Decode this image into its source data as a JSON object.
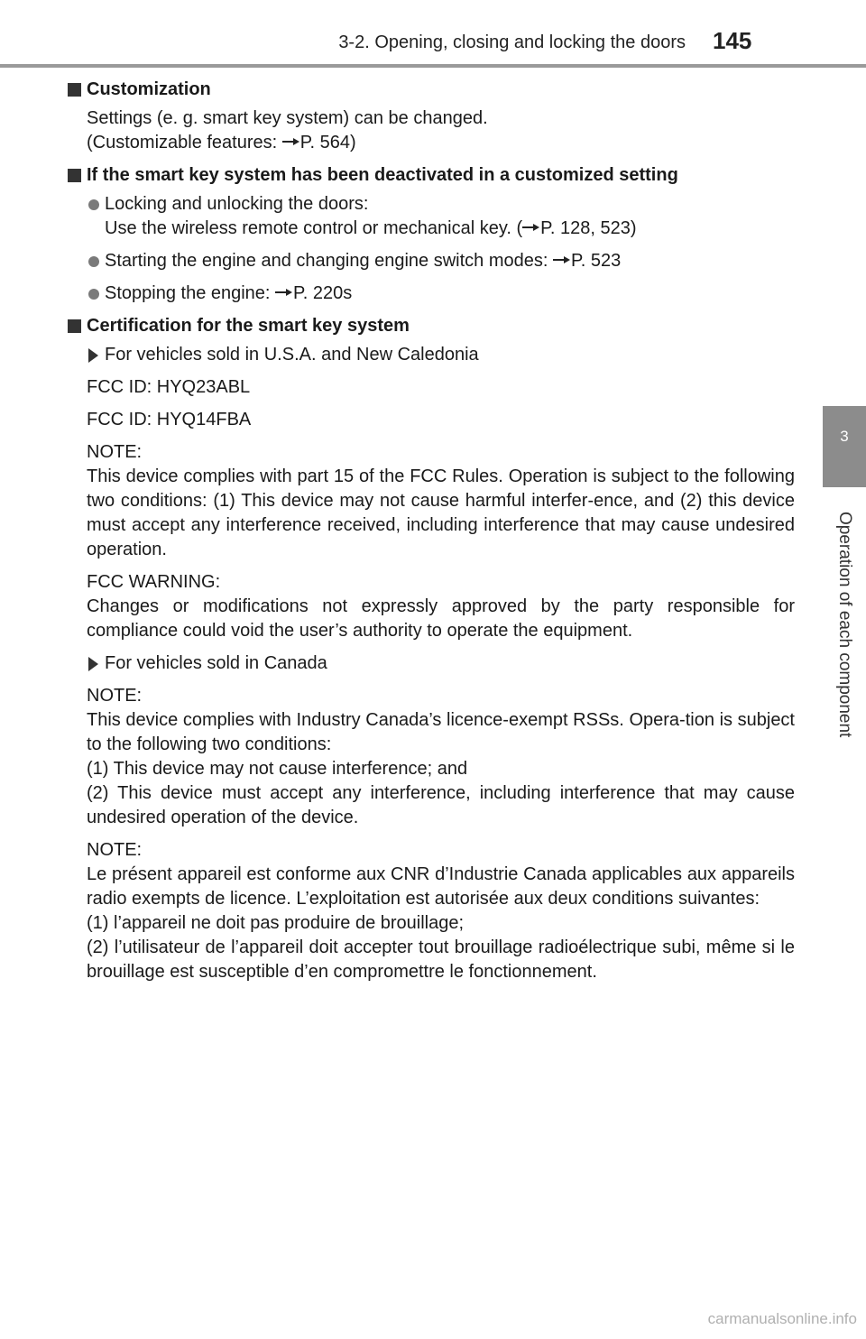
{
  "header": {
    "section_title": "3-2. Opening, closing and locking the doors",
    "page_number": "145"
  },
  "side_tab": {
    "chapter_number": "3",
    "chapter_title": "Operation of each component"
  },
  "sections": {
    "customization": {
      "heading": "Customization",
      "line1": "Settings (e. g. smart key system) can be changed.",
      "line2_prefix": "(Customizable features: ",
      "line2_ref": "P. 564)"
    },
    "deactivated": {
      "heading": "If the smart key system has been deactivated in a customized setting",
      "b1_title": "Locking and unlocking the doors:",
      "b1_prefix": "Use the wireless remote control or mechanical key. (",
      "b1_ref": "P. 128, 523)",
      "b2_prefix": "Starting the engine and changing engine switch modes: ",
      "b2_ref": "P. 523",
      "b3_prefix": "Stopping the engine: ",
      "b3_ref": "P. 220s"
    },
    "certification": {
      "heading": "Certification for the smart key system",
      "us_label": "For vehicles sold in U.S.A. and New Caledonia",
      "fcc_id_1": "FCC ID: HYQ23ABL",
      "fcc_id_2": "FCC ID: HYQ14FBA",
      "note1_label": "NOTE:",
      "note1_text": "This device complies with part 15 of the FCC Rules. Operation is subject to the following two conditions: (1) This device may not cause harmful interfer-ence, and (2) this device must accept any interference received, including interference that may cause undesired operation.",
      "warning_label": "FCC WARNING:",
      "warning_text": "Changes or modifications not expressly approved by the party responsible for compliance could void the user’s authority to operate the equipment.",
      "canada_label": "For vehicles sold in Canada",
      "note2_label": "NOTE:",
      "note2_text": "This device complies with Industry Canada’s licence-exempt RSSs. Opera-tion is subject to the following two conditions:",
      "note2_c1": "(1) This device may not cause interference; and",
      "note2_c2": "(2) This device must accept any interference, including interference that may cause undesired operation of the device.",
      "note3_label": "NOTE:",
      "note3_text": "Le présent appareil est conforme aux CNR d’Industrie Canada applicables aux appareils radio exempts de licence. L’exploitation est autorisée aux deux conditions suivantes:",
      "note3_c1": "(1) l’appareil ne doit pas produire de brouillage;",
      "note3_c2": "(2) l’utilisateur de l’appareil doit accepter tout brouillage radioélectrique subi, même si le brouillage est susceptible d’en compromettre le fonctionnement."
    }
  },
  "footer": {
    "watermark": "carmanualsonline.info"
  }
}
